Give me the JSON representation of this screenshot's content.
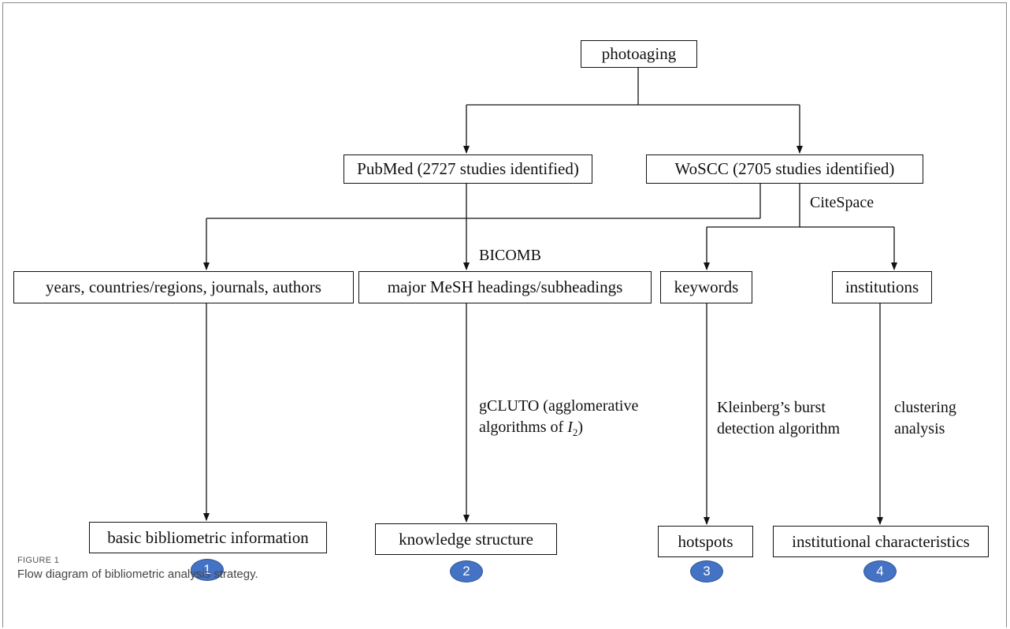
{
  "nodes": {
    "photoaging": "photoaging",
    "pubmed": "PubMed (2727 studies identified)",
    "woscc": "WoSCC (2705 studies identified)",
    "years": "years, countries/regions, journals, authors",
    "mesh": "major MeSH headings/subheadings",
    "keywords": "keywords",
    "institutions": "institutions",
    "basic": "basic bibliometric information",
    "knowledge": "knowledge structure",
    "hotspots": "hotspots",
    "institutional": "institutional characteristics"
  },
  "edge_labels": {
    "citespace": "CiteSpace",
    "bicomb": "BICOMB",
    "gcluto_line1": "gCLUTO (agglomerative",
    "gcluto_line2_prefix": "algorithms of ",
    "gcluto_line2_var": "I",
    "gcluto_line2_sub": "2",
    "gcluto_line2_suffix": ")",
    "kleinberg_line1": "Kleinberg’s burst",
    "kleinberg_line2": "detection algorithm",
    "clustering_line1": "clustering",
    "clustering_line2": "analysis"
  },
  "badges": [
    "1",
    "2",
    "3",
    "4"
  ],
  "caption": {
    "label": "FIGURE 1",
    "text": "Flow diagram of bibliometric analysis strategy."
  },
  "colors": {
    "badge_fill": "#4472c4",
    "line": "#111111",
    "frame": "#8a8a8a"
  }
}
